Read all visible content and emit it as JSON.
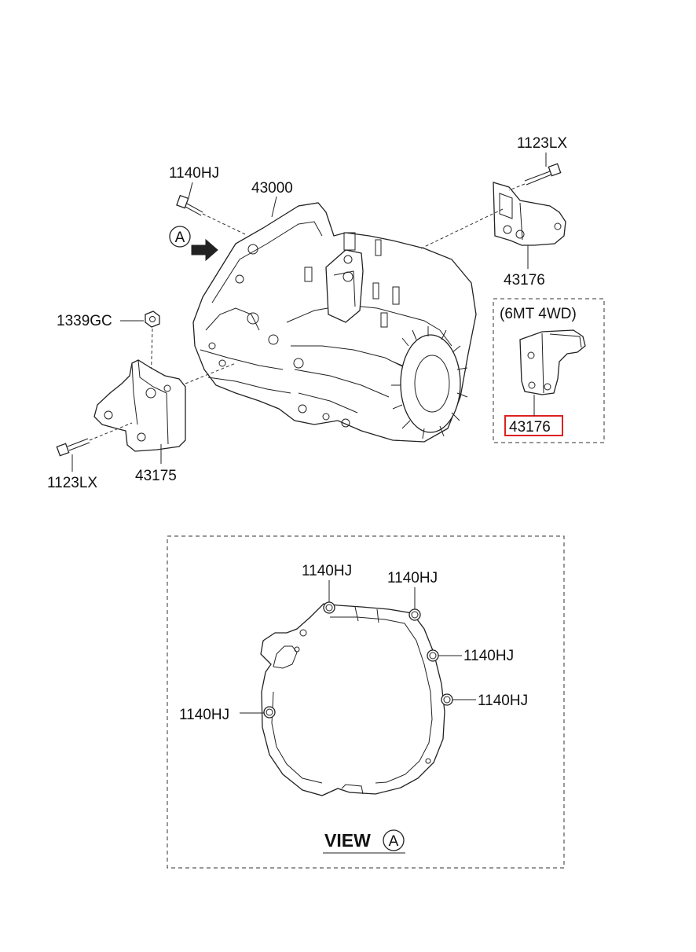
{
  "labels": {
    "bolt_top_left": "1140HJ",
    "transaxle": "43000",
    "bolt_top_right": "1123LX",
    "bracket_right": "43176",
    "variant_note": "(6MT 4WD)",
    "bracket_variant": "43176",
    "nut": "1339GC",
    "bolt_bottom_left": "1123LX",
    "bracket_left": "43175",
    "view_marker": "A"
  },
  "view_a": {
    "title": "VIEW",
    "marker": "A",
    "bolts": [
      "1140HJ",
      "1140HJ",
      "1140HJ",
      "1140HJ",
      "1140HJ"
    ]
  },
  "colors": {
    "line": "#222222",
    "highlight": "#e02020"
  }
}
